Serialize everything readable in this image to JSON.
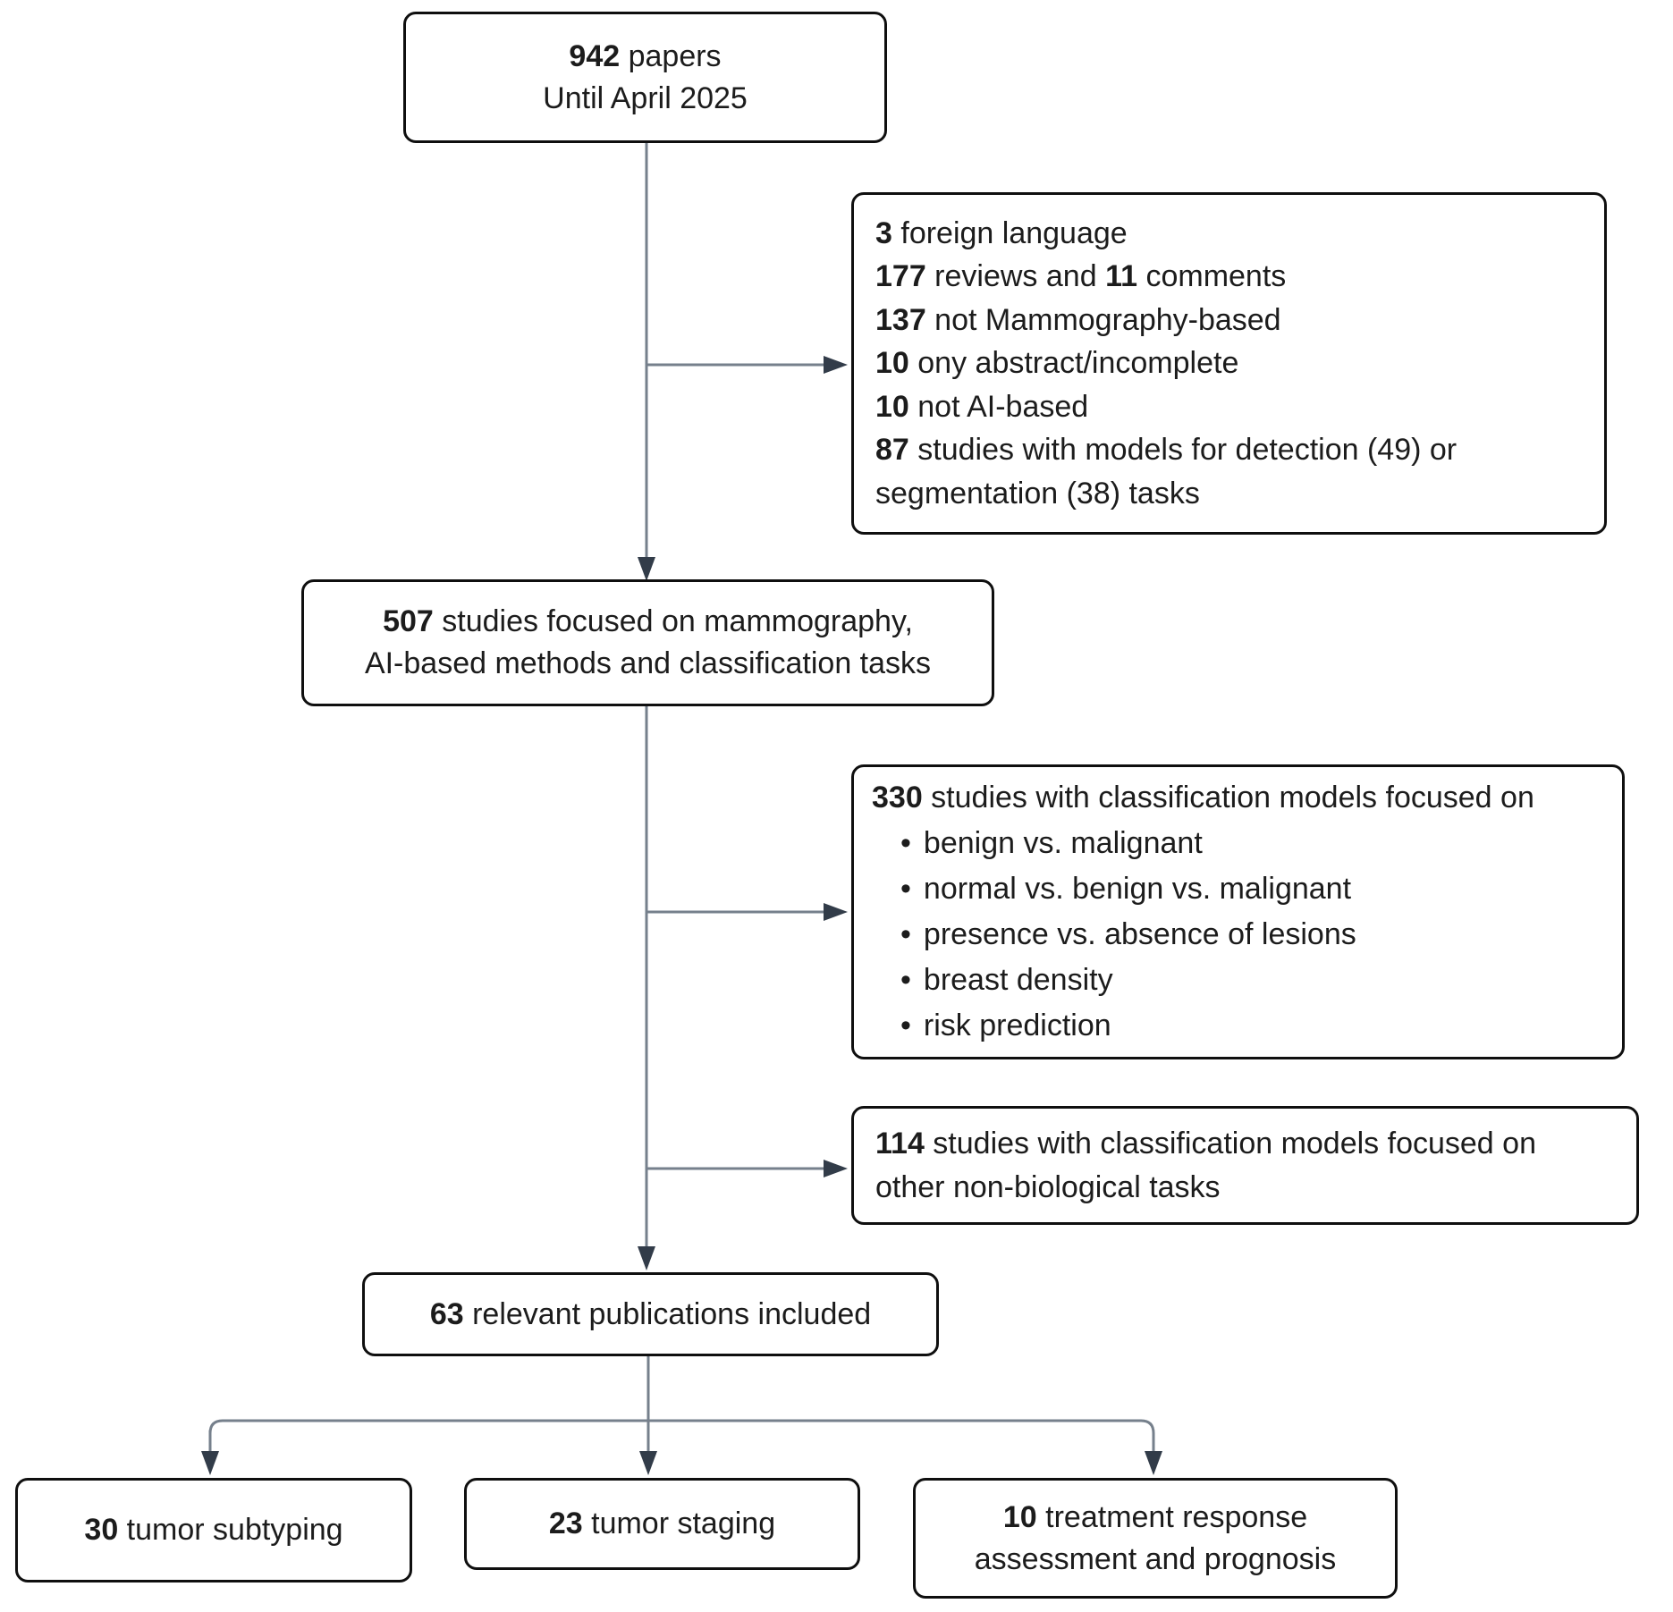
{
  "boxes": {
    "papers": {
      "number": "942",
      "rest": " papers",
      "line2": "Until April 2025"
    },
    "excluded": {
      "lines": [
        {
          "b1": "3",
          "t1": " foreign language",
          "b2": "",
          "t2": ""
        },
        {
          "b1": "177",
          "t1": " reviews and ",
          "b2": "11",
          "t2": " comments"
        },
        {
          "b1": "137",
          "t1": " not Mammography-based",
          "b2": "",
          "t2": ""
        },
        {
          "b1": "10",
          "t1": " ony abstract/incomplete",
          "b2": "",
          "t2": ""
        },
        {
          "b1": "10",
          "t1": " not AI-based",
          "b2": "",
          "t2": ""
        },
        {
          "b1": "87",
          "t1": " studies with models for detection (49) or segmentation (38) tasks",
          "b2": "",
          "t2": ""
        }
      ]
    },
    "focused": {
      "number": "507",
      "rest": " studies focused on mammography,",
      "line2": "AI-based methods and classification tasks"
    },
    "classification_biological": {
      "number": "330",
      "rest": " studies with classification models focused on",
      "bullets": [
        "benign vs. malignant",
        "normal vs. benign vs. malignant",
        "presence vs. absence of lesions",
        "breast density",
        "risk prediction"
      ]
    },
    "classification_other": {
      "number": "114",
      "rest": " studies with classification models focused on",
      "line2": "other non-biological tasks"
    },
    "included": {
      "number": "63",
      "rest": " relevant publications included"
    },
    "subtyping": {
      "number": "30",
      "rest": " tumor subtyping"
    },
    "staging": {
      "number": "23",
      "rest": " tumor staging"
    },
    "treatment": {
      "number": "10",
      "rest": " treatment response",
      "line2": "assessment and prognosis"
    }
  },
  "colors": {
    "line": "#76808c",
    "arrowhead": "#323c49",
    "border": "#0f0f0f",
    "text": "#1c1c1c",
    "background": "#ffffff"
  }
}
